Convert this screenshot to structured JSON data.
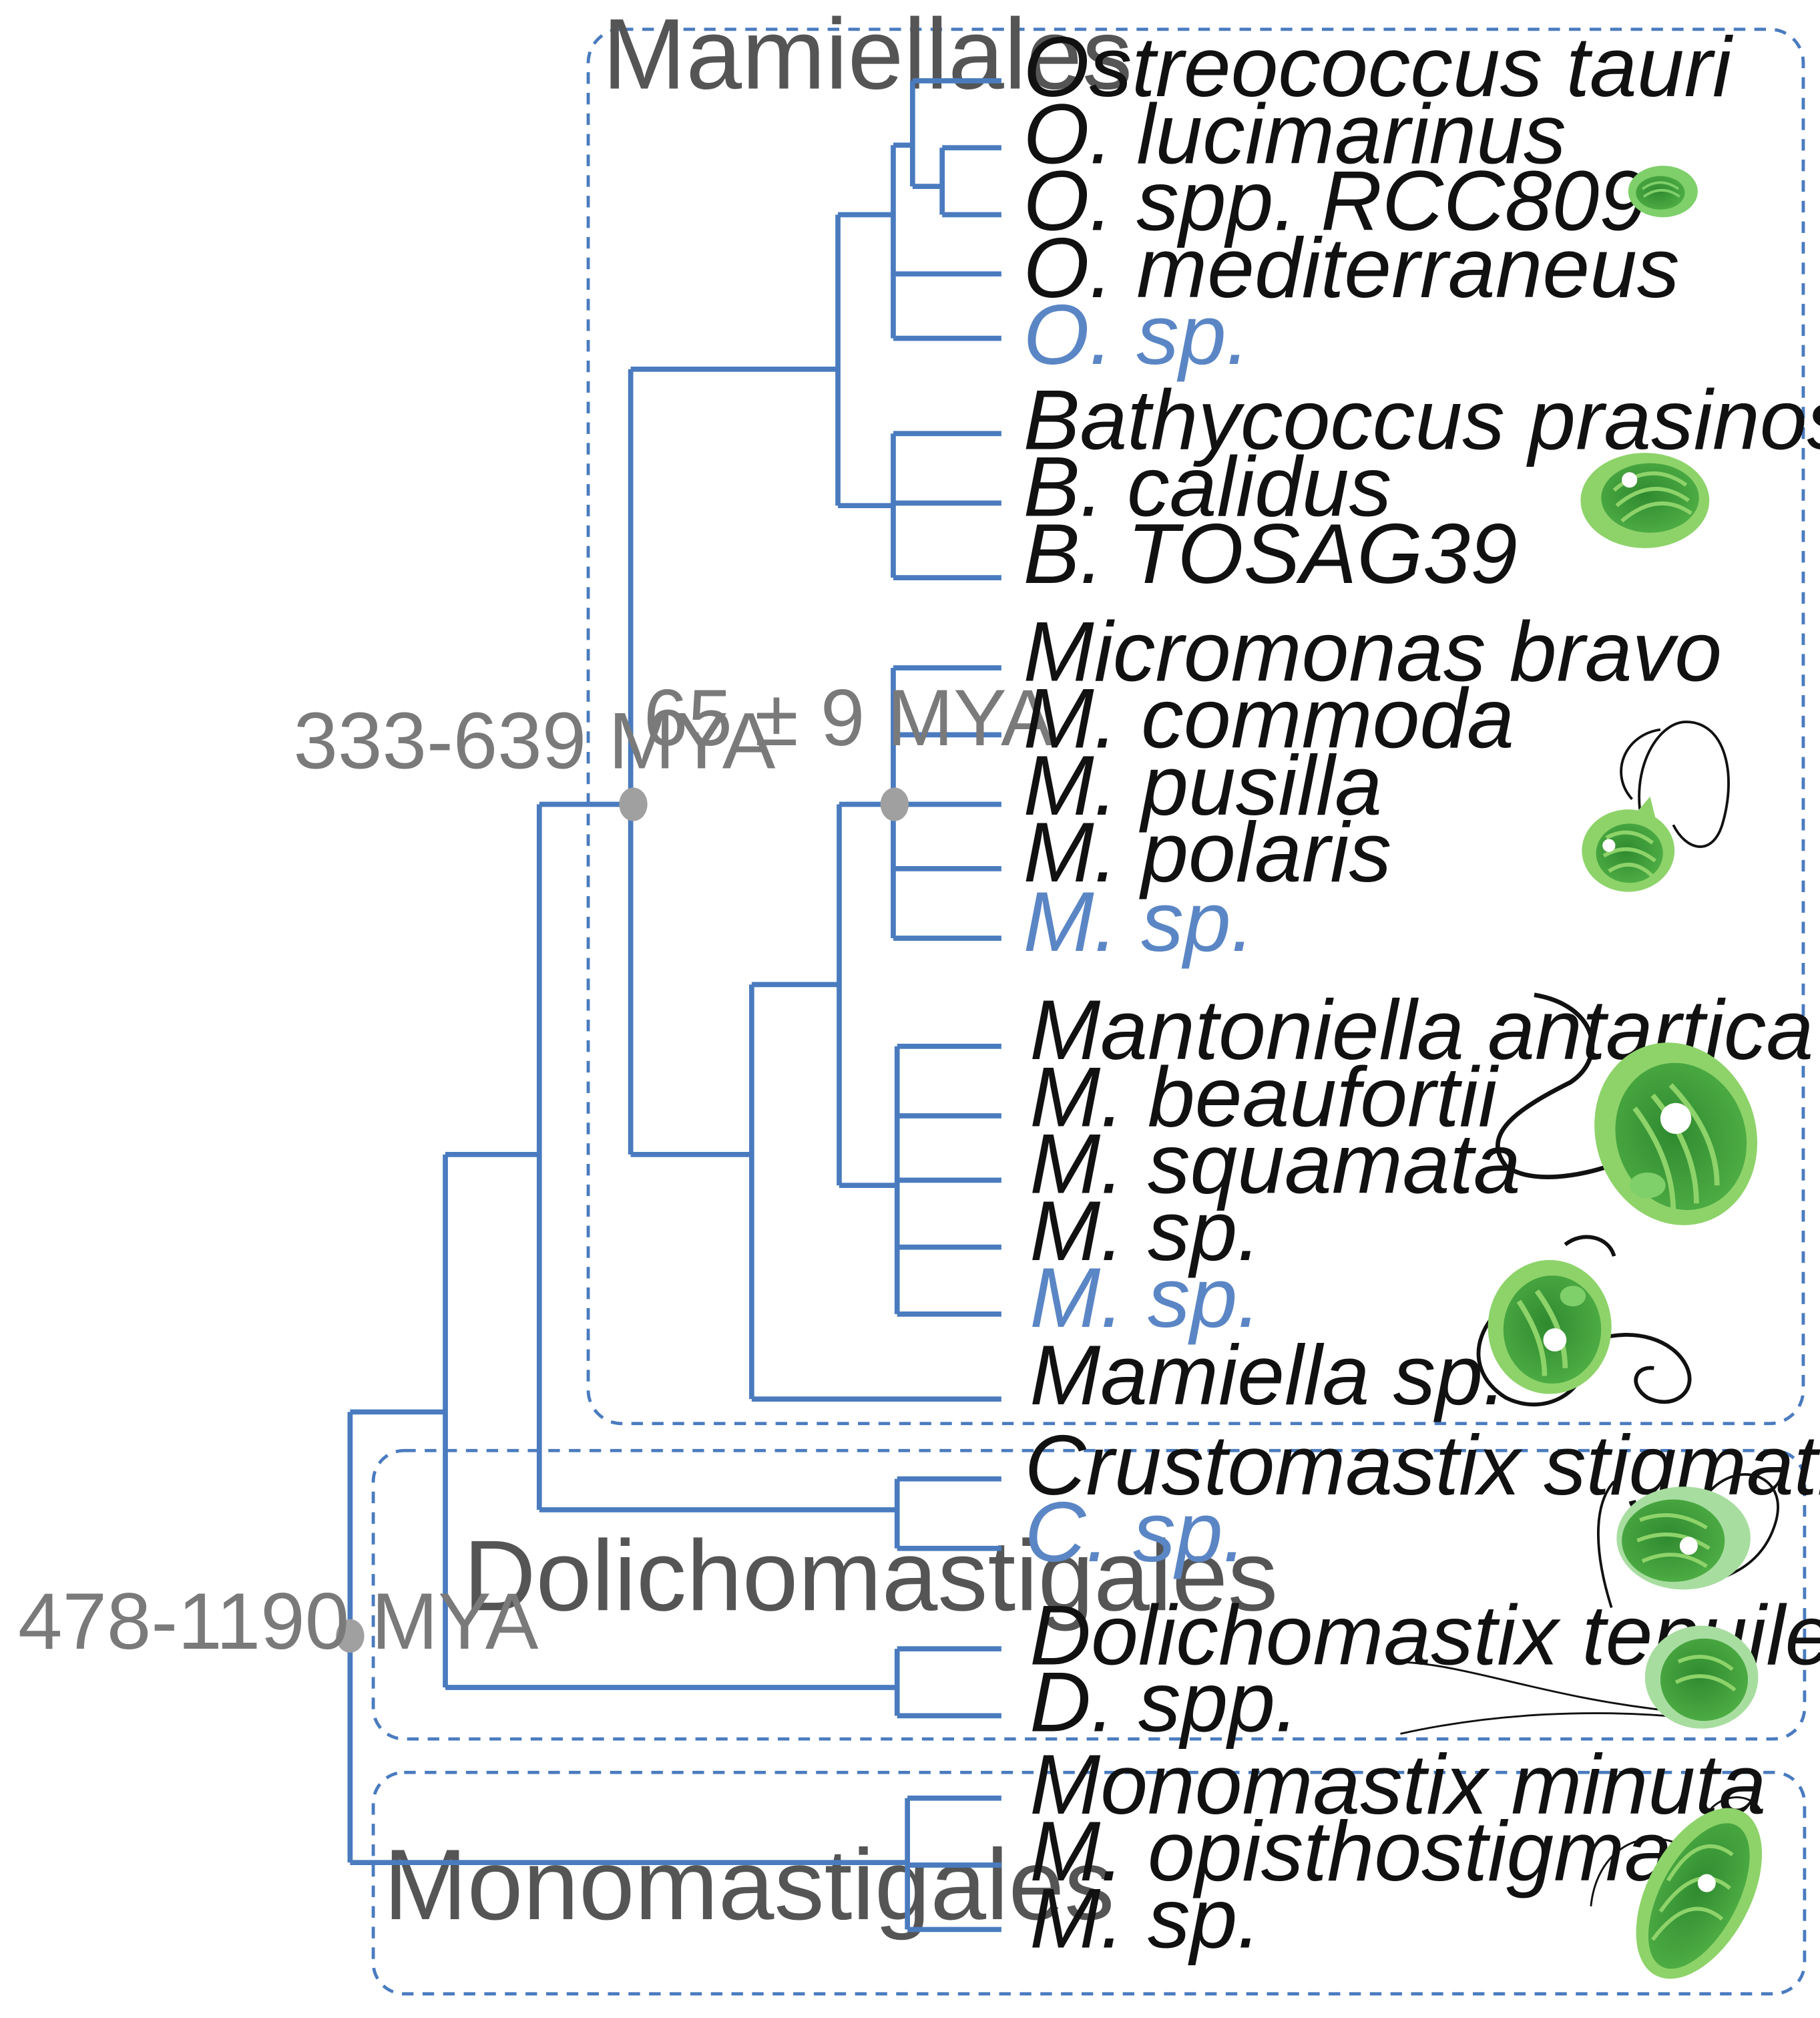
{
  "colors": {
    "branch": "#4a7bbf",
    "taxon": "#111111",
    "highlight_taxon": "#5b86c5",
    "group_label": "#555555",
    "age_label": "#7a7a7a",
    "node_dot": "#a0a0a0",
    "cell_green_dark": "#3f9b3f",
    "cell_green_light": "#8ed36a"
  },
  "groups": [
    {
      "id": "mamiellales",
      "label": "Mamiellales"
    },
    {
      "id": "dolichomastigales",
      "label": "Dolichomastigales"
    },
    {
      "id": "monomastigales",
      "label": "Monomastigales"
    }
  ],
  "ages": [
    {
      "id": "mamiellales-crown",
      "label": "333-639 MYA"
    },
    {
      "id": "micromonas-crown",
      "label": "65 ± 9 MYA"
    },
    {
      "id": "root",
      "label": "478-1190 MYA"
    }
  ],
  "taxa": [
    {
      "label": "Ostreococcus tauri",
      "highlight": false
    },
    {
      "label": "O. lucimarinus",
      "highlight": false
    },
    {
      "label": "O. spp. RCC809",
      "highlight": false
    },
    {
      "label": "O. mediterraneus",
      "highlight": false
    },
    {
      "label": "O. sp.",
      "highlight": true
    },
    {
      "label": "Bathycoccus prasinos",
      "highlight": false
    },
    {
      "label": "B. calidus",
      "highlight": false
    },
    {
      "label": "B. TOSAG39",
      "highlight": false
    },
    {
      "label": "Micromonas bravo",
      "highlight": false
    },
    {
      "label": "M. commoda",
      "highlight": false
    },
    {
      "label": "M. pusilla",
      "highlight": false
    },
    {
      "label": "M. polaris",
      "highlight": false
    },
    {
      "label": "M. sp.",
      "highlight": true
    },
    {
      "label": "Mantoniella antartica",
      "highlight": false
    },
    {
      "label": "M. beaufortii",
      "highlight": false
    },
    {
      "label": "M. squamata",
      "highlight": false
    },
    {
      "label": "M. sp.",
      "highlight": false
    },
    {
      "label": "M. sp.",
      "highlight": true
    },
    {
      "label": "Mamiella sp.",
      "highlight": false
    },
    {
      "label": "Crustomastix stigmatica",
      "highlight": false
    },
    {
      "label": "C. sp.",
      "highlight": true
    },
    {
      "label": "Dolichomastix tenuilepsis",
      "highlight": false
    },
    {
      "label": "D. spp.",
      "highlight": false
    },
    {
      "label": "Monomastix minuta",
      "highlight": false
    },
    {
      "label": "M. opisthostigma",
      "highlight": false
    },
    {
      "label": "M. sp.",
      "highlight": false
    }
  ],
  "illustrations": [
    {
      "name": "ostreococcus-cell"
    },
    {
      "name": "bathycoccus-cell"
    },
    {
      "name": "micromonas-cell"
    },
    {
      "name": "mantoniella-cell"
    },
    {
      "name": "mamiella-cell"
    },
    {
      "name": "crustomastix-cell"
    },
    {
      "name": "dolichomastix-cell"
    },
    {
      "name": "monomastix-cell"
    }
  ]
}
